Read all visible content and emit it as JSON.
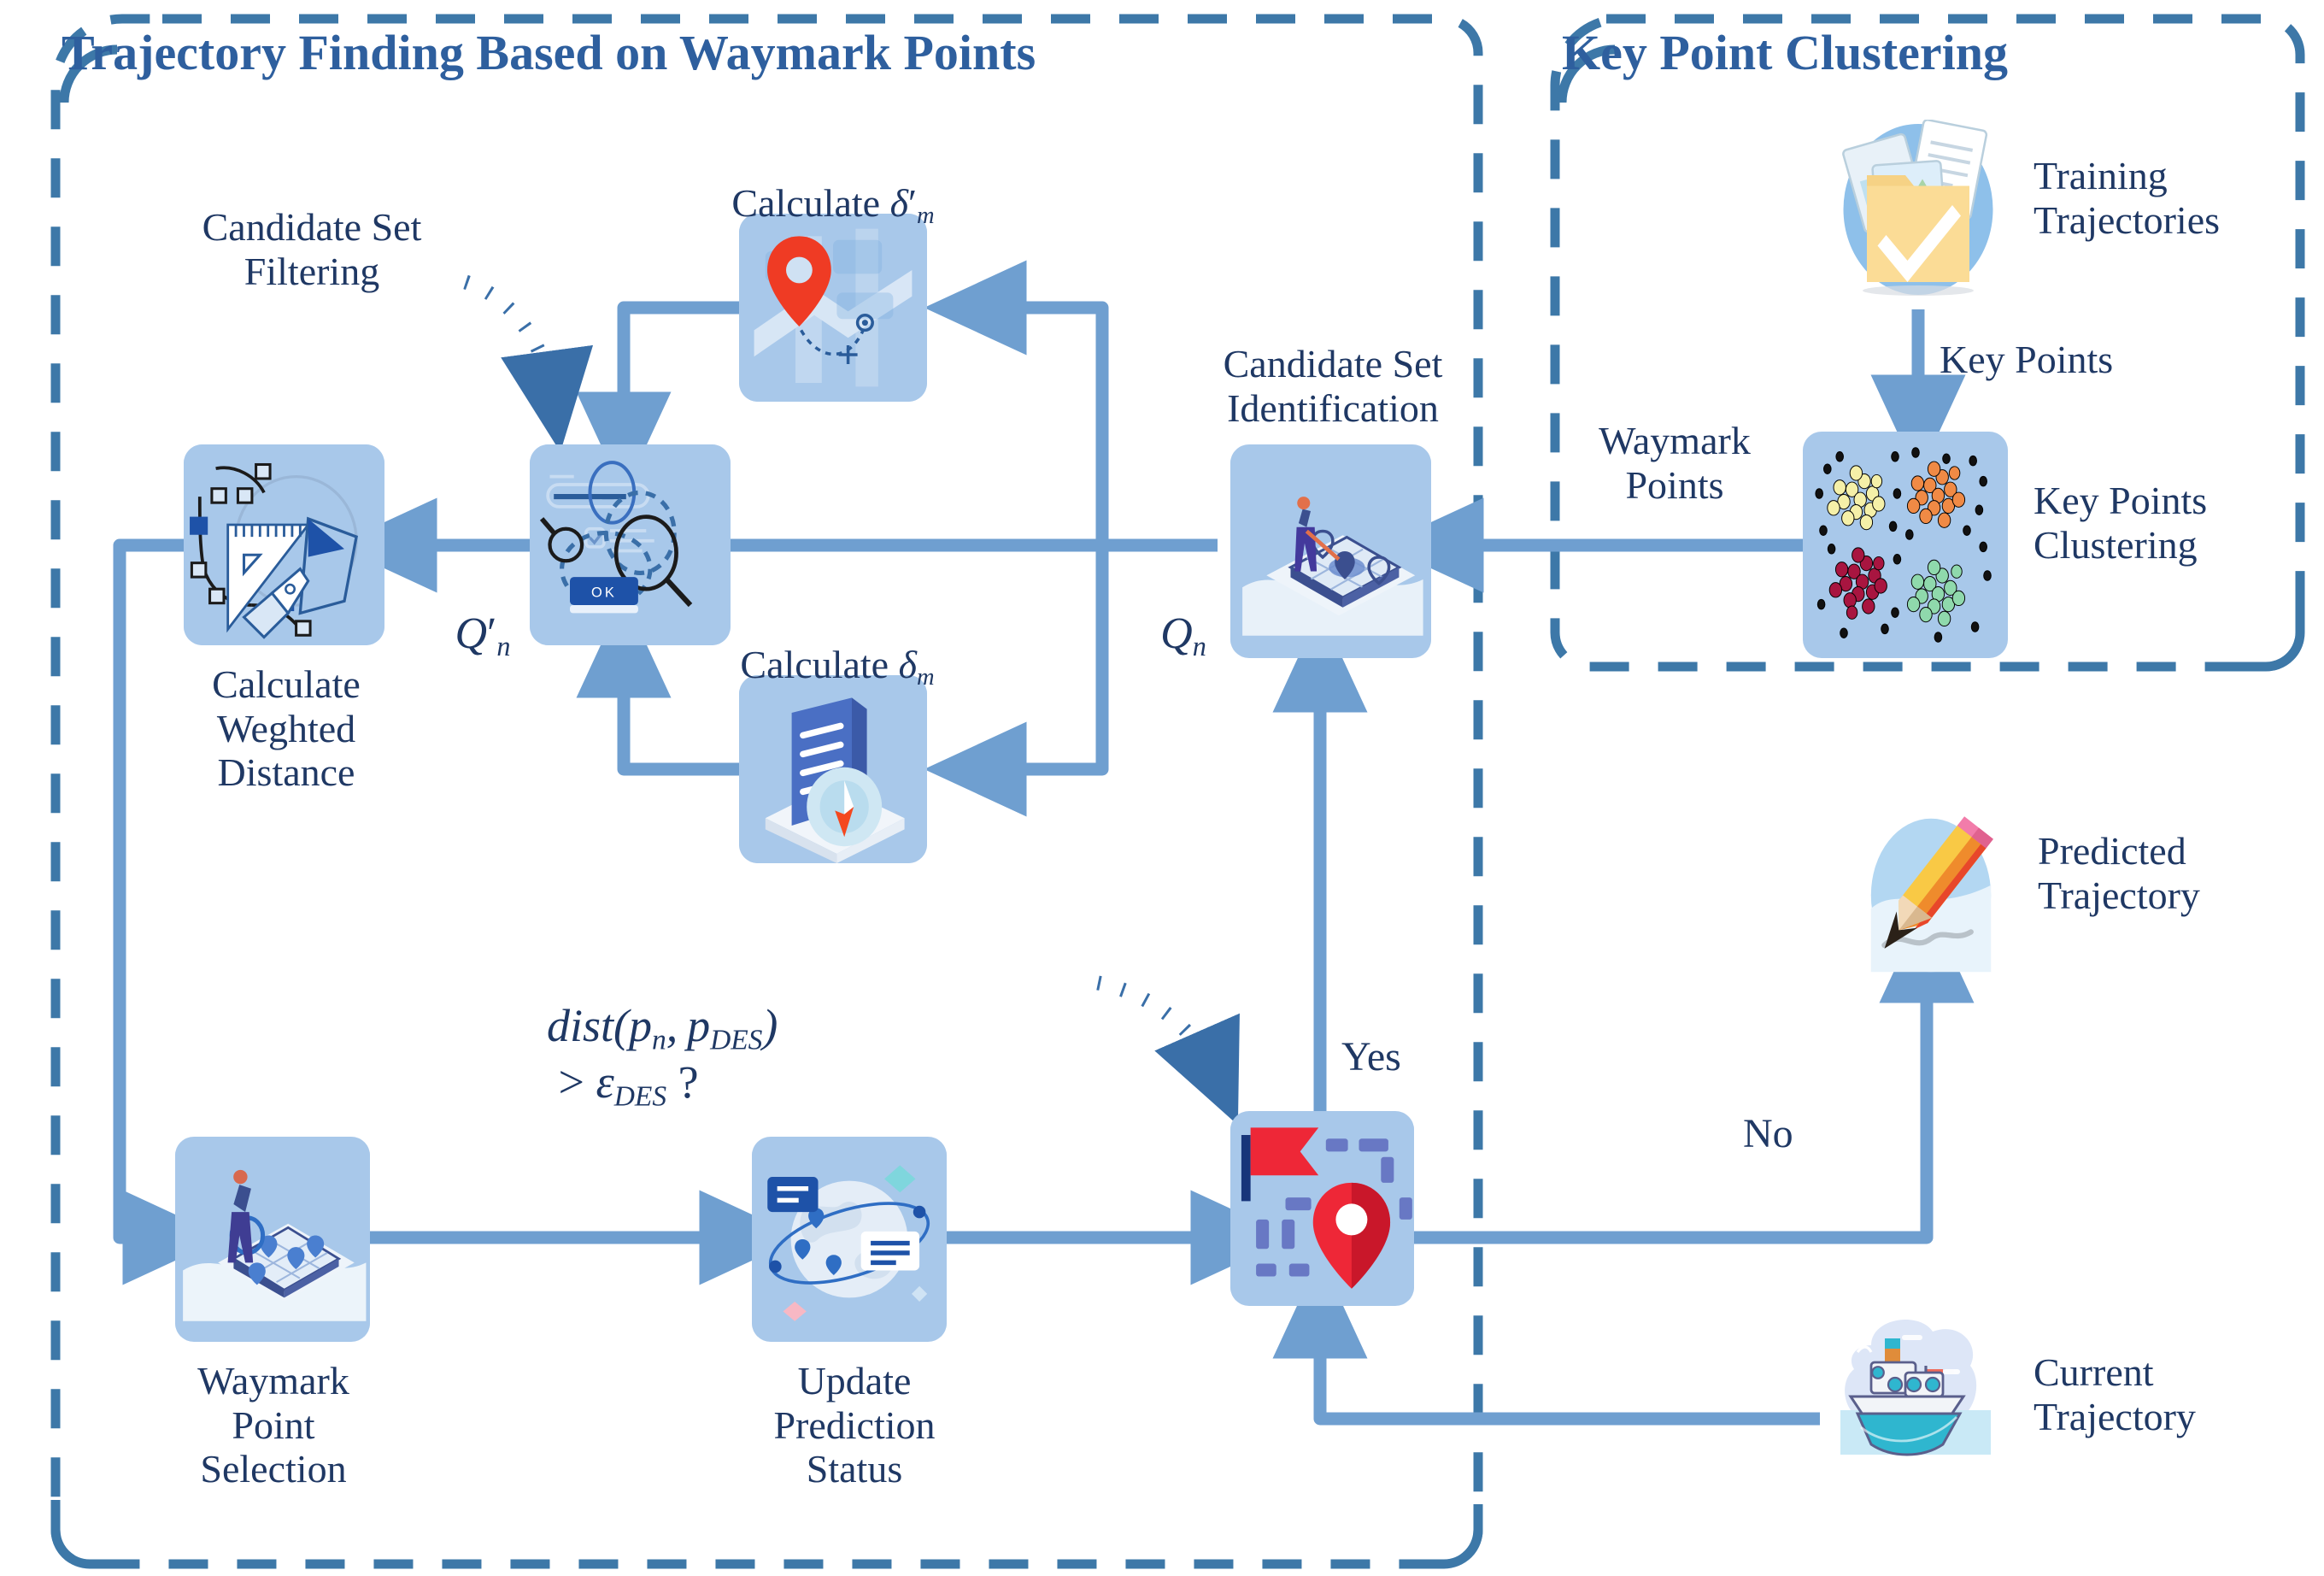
{
  "panels": {
    "left_title": "Trajectory Finding Based on Waymark Points",
    "right_title": "Key Point Clustering"
  },
  "colors": {
    "panel_border": "#3d78a8",
    "panel_title": "#2e5f9e",
    "label_text": "#1f3864",
    "node_fill": "#a8c8ea",
    "arrow": "#6f9fd0",
    "dotted_arrow": "#3a6fa8",
    "accent_red": "#ef3b24",
    "accent_yellow": "#f9cf6a"
  },
  "nodes": [
    {
      "id": "calc-delta-prime",
      "label": "Calculate δ′m",
      "label_main": "Calculate ",
      "sym": "δ",
      "sub": "m",
      "prime": true,
      "icon": "map-pin-icon"
    },
    {
      "id": "candidate-filter",
      "label": "Candidate Set\nFiltering",
      "icon": "filter-search-ok-icon"
    },
    {
      "id": "calc-weighted-distance",
      "label": "Calculate\nWeghted\nDistance",
      "icon": "ruler-pen-icon"
    },
    {
      "id": "calc-delta",
      "label": "Calculate δm",
      "label_main": "Calculate ",
      "sym": "δ",
      "sub": "m",
      "prime": false,
      "icon": "document-compass-icon"
    },
    {
      "id": "candidate-identification",
      "label": "Candidate Set\nIdentification",
      "icon": "map-survey-icon"
    },
    {
      "id": "waymark-point-selection",
      "label": "Waymark\nPoint\nSelection",
      "icon": "map-person-icon"
    },
    {
      "id": "update-prediction-status",
      "label": "Update\nPrediction\nStatus",
      "icon": "globe-status-icon"
    },
    {
      "id": "destination-check",
      "label": "",
      "icon": "flag-pin-map-icon"
    },
    {
      "id": "training-trajectories",
      "label": "Training\nTrajectories",
      "icon": "folder-check-docs-icon"
    },
    {
      "id": "key-points-clustering",
      "label": "Key Points\nClustering",
      "icon": "cluster-scatter-icon"
    },
    {
      "id": "predicted-trajectory",
      "label": "Predicted\nTrajectory",
      "icon": "pencil-draw-icon"
    },
    {
      "id": "current-trajectory",
      "label": "Current\nTrajectory",
      "icon": "ship-icon"
    }
  ],
  "edge_labels": {
    "q_prime_n": "Q′n",
    "q_n": "Qn",
    "yes": "Yes",
    "no": "No",
    "key_points": "Key Points",
    "waymark_points": "Waymark\nPoints"
  },
  "condition": {
    "text": "dist(pn, pDES) > εDES ?",
    "fn": "dist",
    "arg1": "p",
    "arg1_sub": "n",
    "arg2": "p",
    "arg2_sub": "DES",
    "op": ">",
    "eps": "ε",
    "eps_sub": "DES",
    "question": "?"
  }
}
